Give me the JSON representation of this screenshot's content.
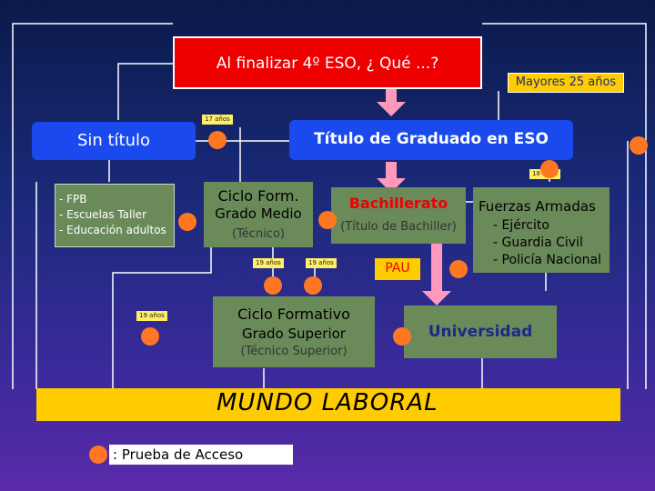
{
  "header": {
    "question": "Al finalizar 4º ESO, ¿ Qué ...?"
  },
  "over25": {
    "label": "Mayores 25 años"
  },
  "tags": {
    "age17": "17 años",
    "age18": "18 años",
    "age19_left": "19 años",
    "age19_mid": "19 años",
    "age19_bottom": "19 años"
  },
  "sin_titulo": {
    "label": "Sin título"
  },
  "graduado": {
    "label": "Título de Graduado en ESO"
  },
  "options": {
    "lines": [
      "- FPB",
      "- Escuelas Taller",
      "- Educación adultos"
    ]
  },
  "grado_medio": {
    "title": "Ciclo Form.",
    "subtitle": "Grado Medio",
    "note": "(Técnico)"
  },
  "bachillerato": {
    "title": "Bachillerato",
    "note": "(Título de Bachiller)"
  },
  "armed": {
    "title": "Fuerzas Armadas",
    "items": [
      "- Ejército",
      "- Guardia Civil",
      "- Policía Nacional"
    ]
  },
  "pau": {
    "label": "PAU"
  },
  "grado_superior": {
    "title": "Ciclo Formativo",
    "subtitle": "Grado Superior",
    "note": "(Técnico Superior)"
  },
  "universidad": {
    "label": "Universidad"
  },
  "mundo": {
    "label": "MUNDO LABORAL"
  },
  "legend": {
    "label": ": Prueba de Acceso"
  },
  "colors": {
    "red": "#ee0000",
    "blue": "#1a4aee",
    "green": "#6a8a5a",
    "yellow": "#ffcc00",
    "orange": "#ff7722",
    "pink": "#ff99bb"
  }
}
